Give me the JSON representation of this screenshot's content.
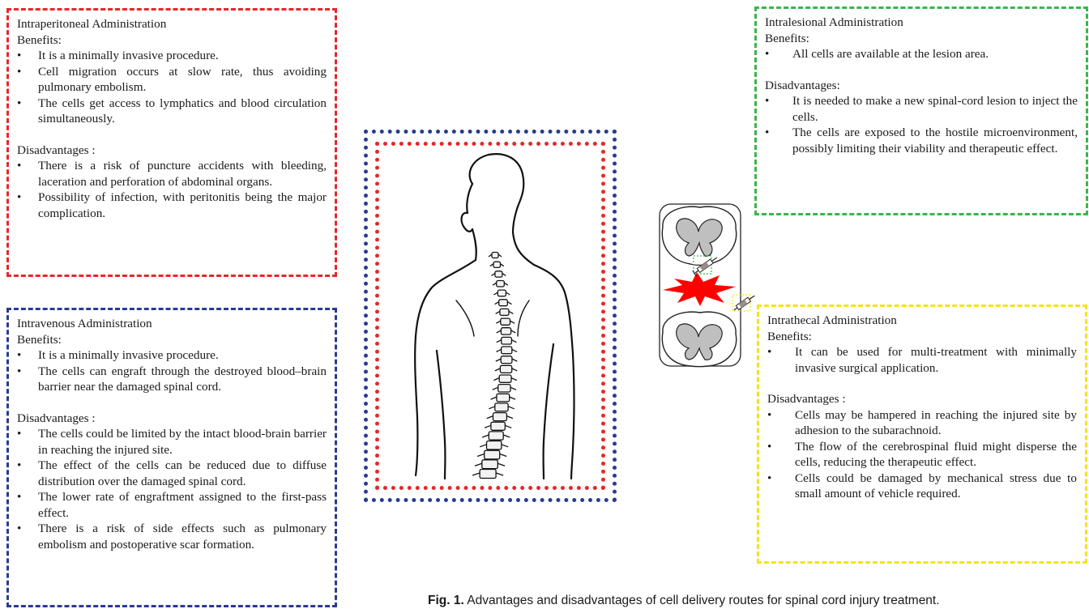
{
  "intraperitoneal": {
    "title": "Intraperitoneal Administration",
    "benefits_label": "Benefits:",
    "benefits": [
      "It is a minimally invasive procedure.",
      "Cell migration occurs at slow rate, thus avoiding pulmonary embolism.",
      "The cells get access to lymphatics and blood circulation simultaneously."
    ],
    "disadvantages_label": "Disadvantages :",
    "disadvantages": [
      "There is a risk of puncture accidents with bleeding, laceration and perforation of abdominal organs.",
      "Possibility of infection, with peritonitis being the major complication."
    ],
    "color": "#e8262b"
  },
  "intravenous": {
    "title": "Intravenous Administration",
    "benefits_label": "Benefits:",
    "benefits": [
      "It is a minimally invasive procedure.",
      "The cells can engraft through the destroyed blood–brain barrier near the damaged spinal cord."
    ],
    "disadvantages_label": "Disadvantages :",
    "disadvantages": [
      "The cells could be limited by the intact blood-brain barrier in reaching the injured site.",
      "The effect of the cells can be reduced due to diffuse distribution over the damaged spinal cord.",
      "The lower rate of engraftment assigned to the first-pass effect.",
      "There is a risk of side effects such as pulmonary embolism and postoperative scar formation."
    ],
    "color": "#2a3b91"
  },
  "intralesional": {
    "title": "Intralesional Administration",
    "benefits_label": "Benefits:",
    "benefits": [
      "All cells are available at the lesion area."
    ],
    "disadvantages_label": "Disadvantages:",
    "disadvantages": [
      "It is needed to make a new spinal-cord lesion to inject the cells.",
      "The cells are exposed to the hostile microenvironment, possibly limiting their viability and therapeutic effect."
    ],
    "color": "#3bb54a"
  },
  "intrathecal": {
    "title": "Intrathecal Administration",
    "benefits_label": "Benefits:",
    "benefits": [
      "It can be used for multi-treatment with minimally invasive surgical application."
    ],
    "disadvantages_label": "Disadvantages :",
    "disadvantages": [
      "Cells may be hampered in reaching the injured site by adhesion to the subarachnoid.",
      "The flow of the cerebrospinal fluid might disperse the cells, reducing the therapeutic effect.",
      "Cells could be damaged by mechanical stress due to small amount of vehicle required."
    ],
    "color": "#f4e21d"
  },
  "caption": {
    "label": "Fig. 1.",
    "text": " Advantages and disadvantages of cell delivery routes for spinal cord injury treatment."
  },
  "illustrations": {
    "human_figure": "human-back-silhouette-with-spine",
    "spinal_cord": "spinal-cord-cross-sections-with-lesion-and-syringes",
    "lesion_color": "#ff0000"
  }
}
